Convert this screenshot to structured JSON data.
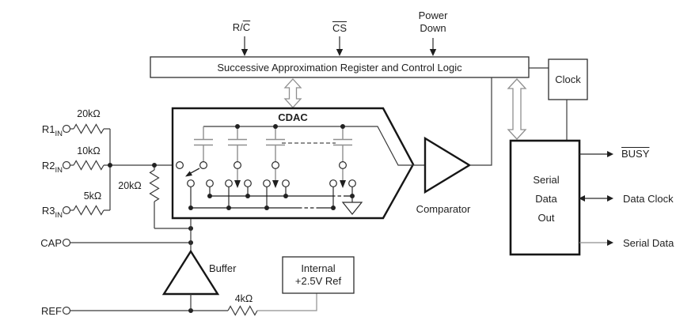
{
  "top_inputs": {
    "rc_plain": "R/",
    "rc_over": "C",
    "cs": "CS",
    "power_line1": "Power",
    "power_line2": "Down"
  },
  "blocks": {
    "sar": "Successive Approximation Register and Control Logic",
    "cdac": "CDAC",
    "clock": "Clock",
    "serial_line1": "Serial",
    "serial_line2": "Data",
    "serial_line3": "Out",
    "comparator": "Comparator",
    "buffer": "Buffer",
    "ref_line1": "Internal",
    "ref_line2": "+2.5V Ref"
  },
  "left_pins": {
    "r1": {
      "name": "R1",
      "sub": "IN"
    },
    "r2": {
      "name": "R2",
      "sub": "IN"
    },
    "r3": {
      "name": "R3",
      "sub": "IN"
    },
    "cap": "CAP",
    "ref": "REF"
  },
  "resistors": {
    "r1": "20kΩ",
    "r2": "10kΩ",
    "r3": "5kΩ",
    "shunt": "20kΩ",
    "ref": "4kΩ"
  },
  "right_outputs": {
    "busy": "BUSY",
    "data_clock": "Data Clock",
    "serial_data": "Serial Data"
  },
  "colors": {
    "line": "#3a3a3a",
    "thick": "#161616",
    "gray": "#8f8f8f"
  }
}
